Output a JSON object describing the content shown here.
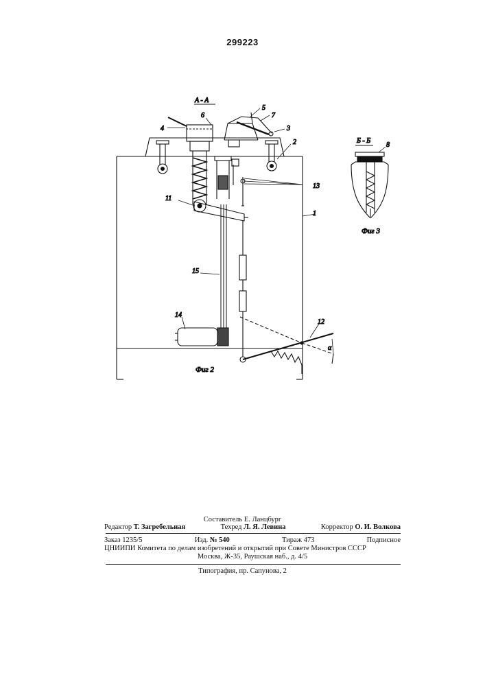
{
  "patent_number": "299223",
  "section_label": "A - A",
  "section_label_b": "Б - Б",
  "figure2_caption": "Фиг 2",
  "figure3_caption": "Фиг 3",
  "angle_symbol": "α",
  "part_numbers": {
    "p1": "1",
    "p2": "2",
    "p3": "3",
    "p4": "4",
    "p5": "5",
    "p6": "6",
    "p7": "7",
    "p8": "8",
    "p11": "11",
    "p12": "12",
    "p13": "13",
    "p14": "14",
    "p15": "15"
  },
  "imprint": {
    "compiler": "Составитель Е. Ланцбург",
    "editor_label": "Редактор",
    "editor_name": "Т. Загребельная",
    "tech_label": "Техред",
    "tech_name": "Л. Я. Левина",
    "corrector_label": "Корректор",
    "corrector_name": "О. И. Волкова",
    "order": "Заказ 1235/5",
    "edition_label": "Изд.",
    "edition_no": "№ 540",
    "print_run": "Тираж 473",
    "subscription": "Подписное",
    "institute": "ЦНИИПИ Комитета по делам изобретений и открытий при Совете Министров СССР",
    "address": "Москва, Ж-35, Раушская наб., д. 4/5",
    "printing": "Типография, пр. Сапунова, 2"
  }
}
